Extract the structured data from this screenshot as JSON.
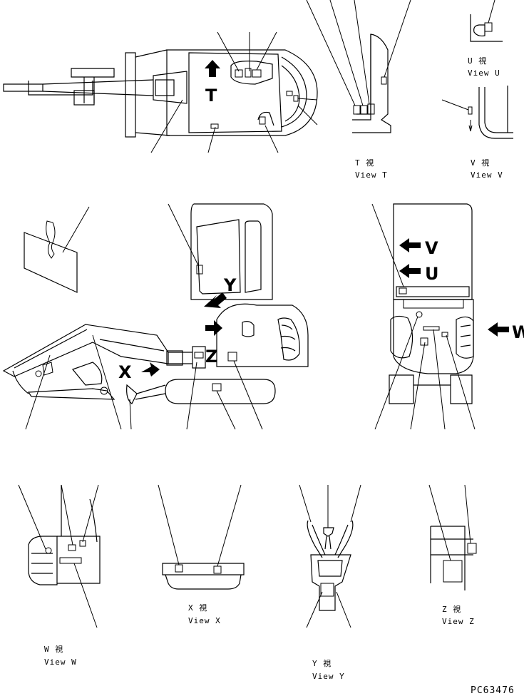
{
  "views": {
    "t": {
      "caption_jp": "T 視",
      "caption_en": "View T"
    },
    "u": {
      "caption_jp": "U 視",
      "caption_en": "View U"
    },
    "v": {
      "caption_jp": "V 視",
      "caption_en": "View V"
    },
    "w": {
      "caption_jp": "W 視",
      "caption_en": "View W"
    },
    "x": {
      "caption_jp": "X 視",
      "caption_en": "View X"
    },
    "y": {
      "caption_jp": "Y 視",
      "caption_en": "View Y"
    },
    "z": {
      "caption_jp": "Z 視",
      "caption_en": "View Z"
    }
  },
  "arrow_letters": {
    "t": "T",
    "u": "U",
    "v": "V",
    "w": "W",
    "x": "X",
    "y": "Y",
    "z": "Z"
  },
  "drawing_code": "PC63476"
}
